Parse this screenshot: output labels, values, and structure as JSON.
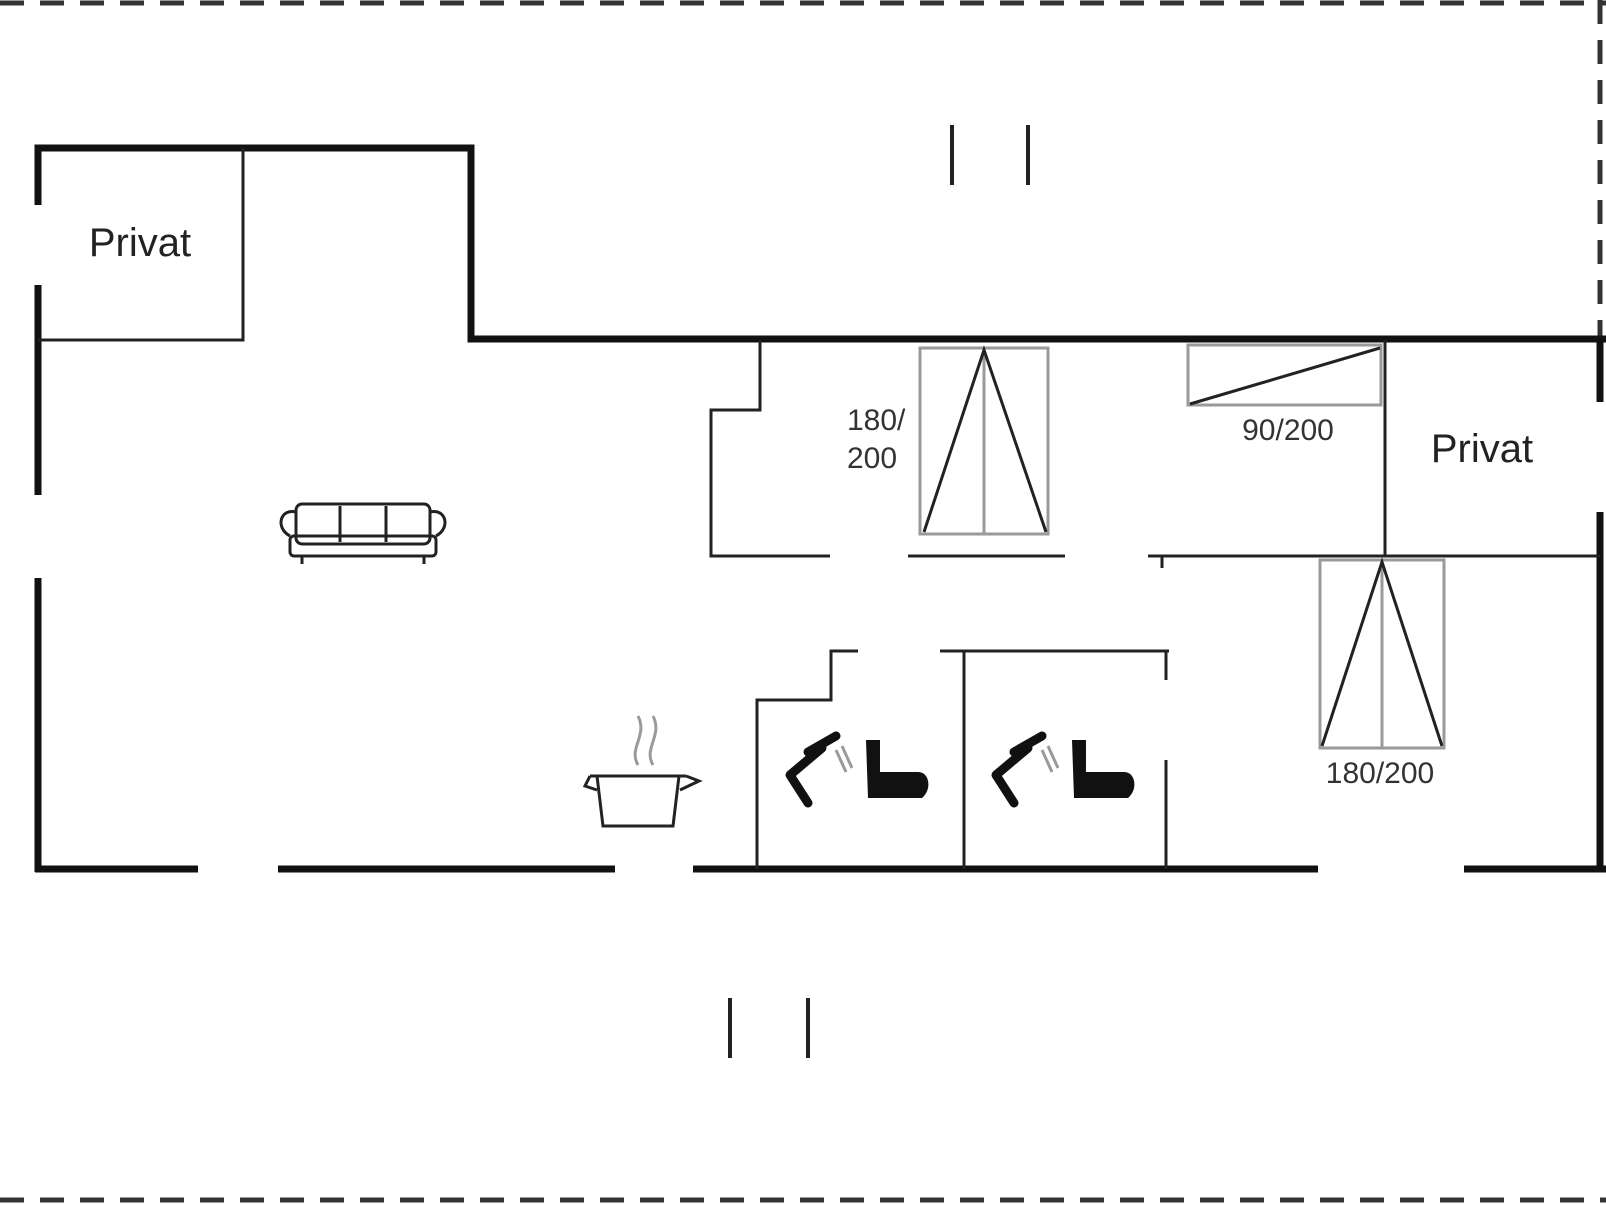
{
  "rooms": [
    {
      "label": "Privat"
    },
    {
      "label": "Privat"
    }
  ],
  "beds": [
    {
      "size_line1": "180/",
      "size_line2": "200"
    },
    {
      "size": "90/200"
    },
    {
      "size": "180/200"
    }
  ],
  "icons": [
    "sofa-icon",
    "cooking-pot-icon",
    "shower-icon",
    "toilet-icon",
    "shower-icon",
    "toilet-icon"
  ],
  "colors": {
    "wall": "#111111",
    "line": "#222222",
    "fixture": "#9a9a9a",
    "background": "#ffffff"
  }
}
